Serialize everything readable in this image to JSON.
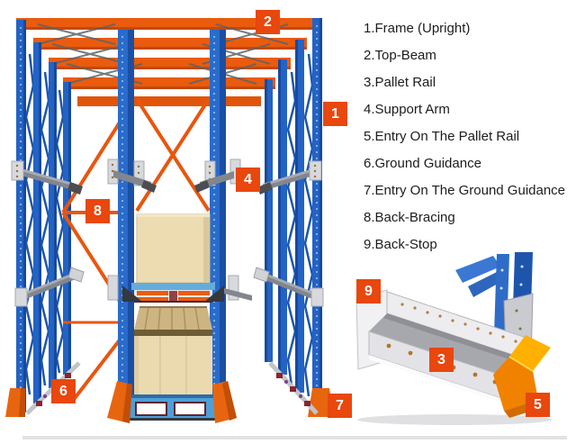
{
  "legend": {
    "items": [
      "1.Frame (Upright)",
      "2.Top-Beam",
      "3.Pallet Rail",
      "4.Support Arm",
      "5.Entry On The Pallet Rail",
      "6.Ground Guidance",
      "7.Entry On The Ground Guidance",
      "8.Back-Bracing",
      "9.Back-Stop"
    ]
  },
  "markers": {
    "m1": "1",
    "m2": "2",
    "m3": "3",
    "m4": "4",
    "m5": "5",
    "m6": "6",
    "m7": "7",
    "m8": "8",
    "m9": "9"
  },
  "colors": {
    "marker_orange": "#E8470E",
    "beam_orange": "#EA5B0D",
    "upright_blue": "#2363C5",
    "support_arm_gray": "#83868D",
    "box_beige": "#EBDAAF",
    "pallet_blue": "#4E9FD6",
    "entry_flare_yellow": "#FFB000",
    "entry_flare_orange": "#F08200"
  }
}
